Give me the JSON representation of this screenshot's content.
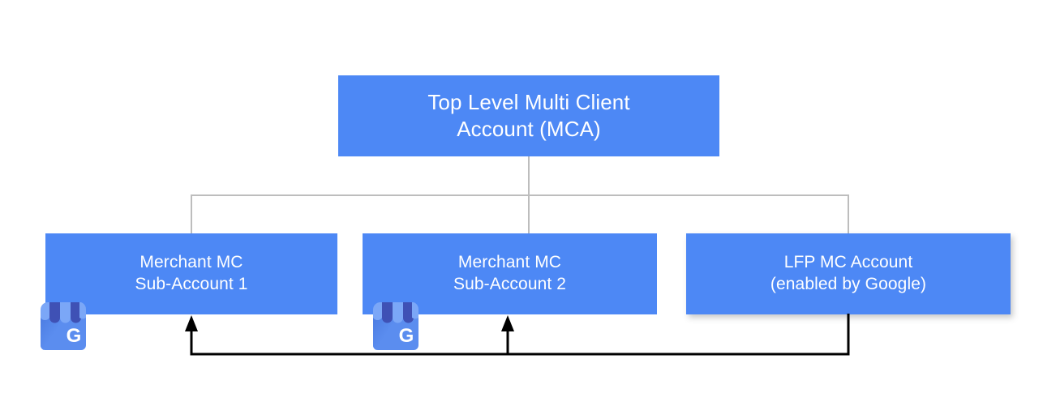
{
  "diagram": {
    "title_node": {
      "id": "top-level-mca",
      "label": "Top Level Multi Client\nAccount (MCA)",
      "color": "#4d88f5",
      "text_color": "#ffffff"
    },
    "child_nodes": [
      {
        "id": "merchant-mc-sub-account-1",
        "label": "Merchant MC\nSub-Account 1",
        "color": "#4d88f5",
        "text_color": "#ffffff",
        "badge": "google-business-profile-icon"
      },
      {
        "id": "merchant-mc-sub-account-2",
        "label": "Merchant MC\nSub-Account 2",
        "color": "#4d88f5",
        "text_color": "#ffffff",
        "badge": "google-business-profile-icon"
      },
      {
        "id": "lfp-mc-account",
        "label": "LFP MC Account\n(enabled by Google)",
        "color": "#4d88f5",
        "text_color": "#ffffff",
        "badge": null
      }
    ],
    "connectors": {
      "hierarchy_color": "#bdbdbd",
      "flow_color": "#000000",
      "flow_arrow_targets": [
        "merchant-mc-sub-account-1",
        "merchant-mc-sub-account-2"
      ],
      "flow_source": "lfp-mc-account"
    },
    "icons": {
      "google_business_profile": {
        "name": "google-business-profile-icon",
        "letter": "G",
        "awning_light": "#7ba7f7",
        "awning_dark": "#3f51b5",
        "body": "#5b8def",
        "body_shade": "#4a7ae0"
      }
    },
    "background_color": "#ffffff"
  }
}
